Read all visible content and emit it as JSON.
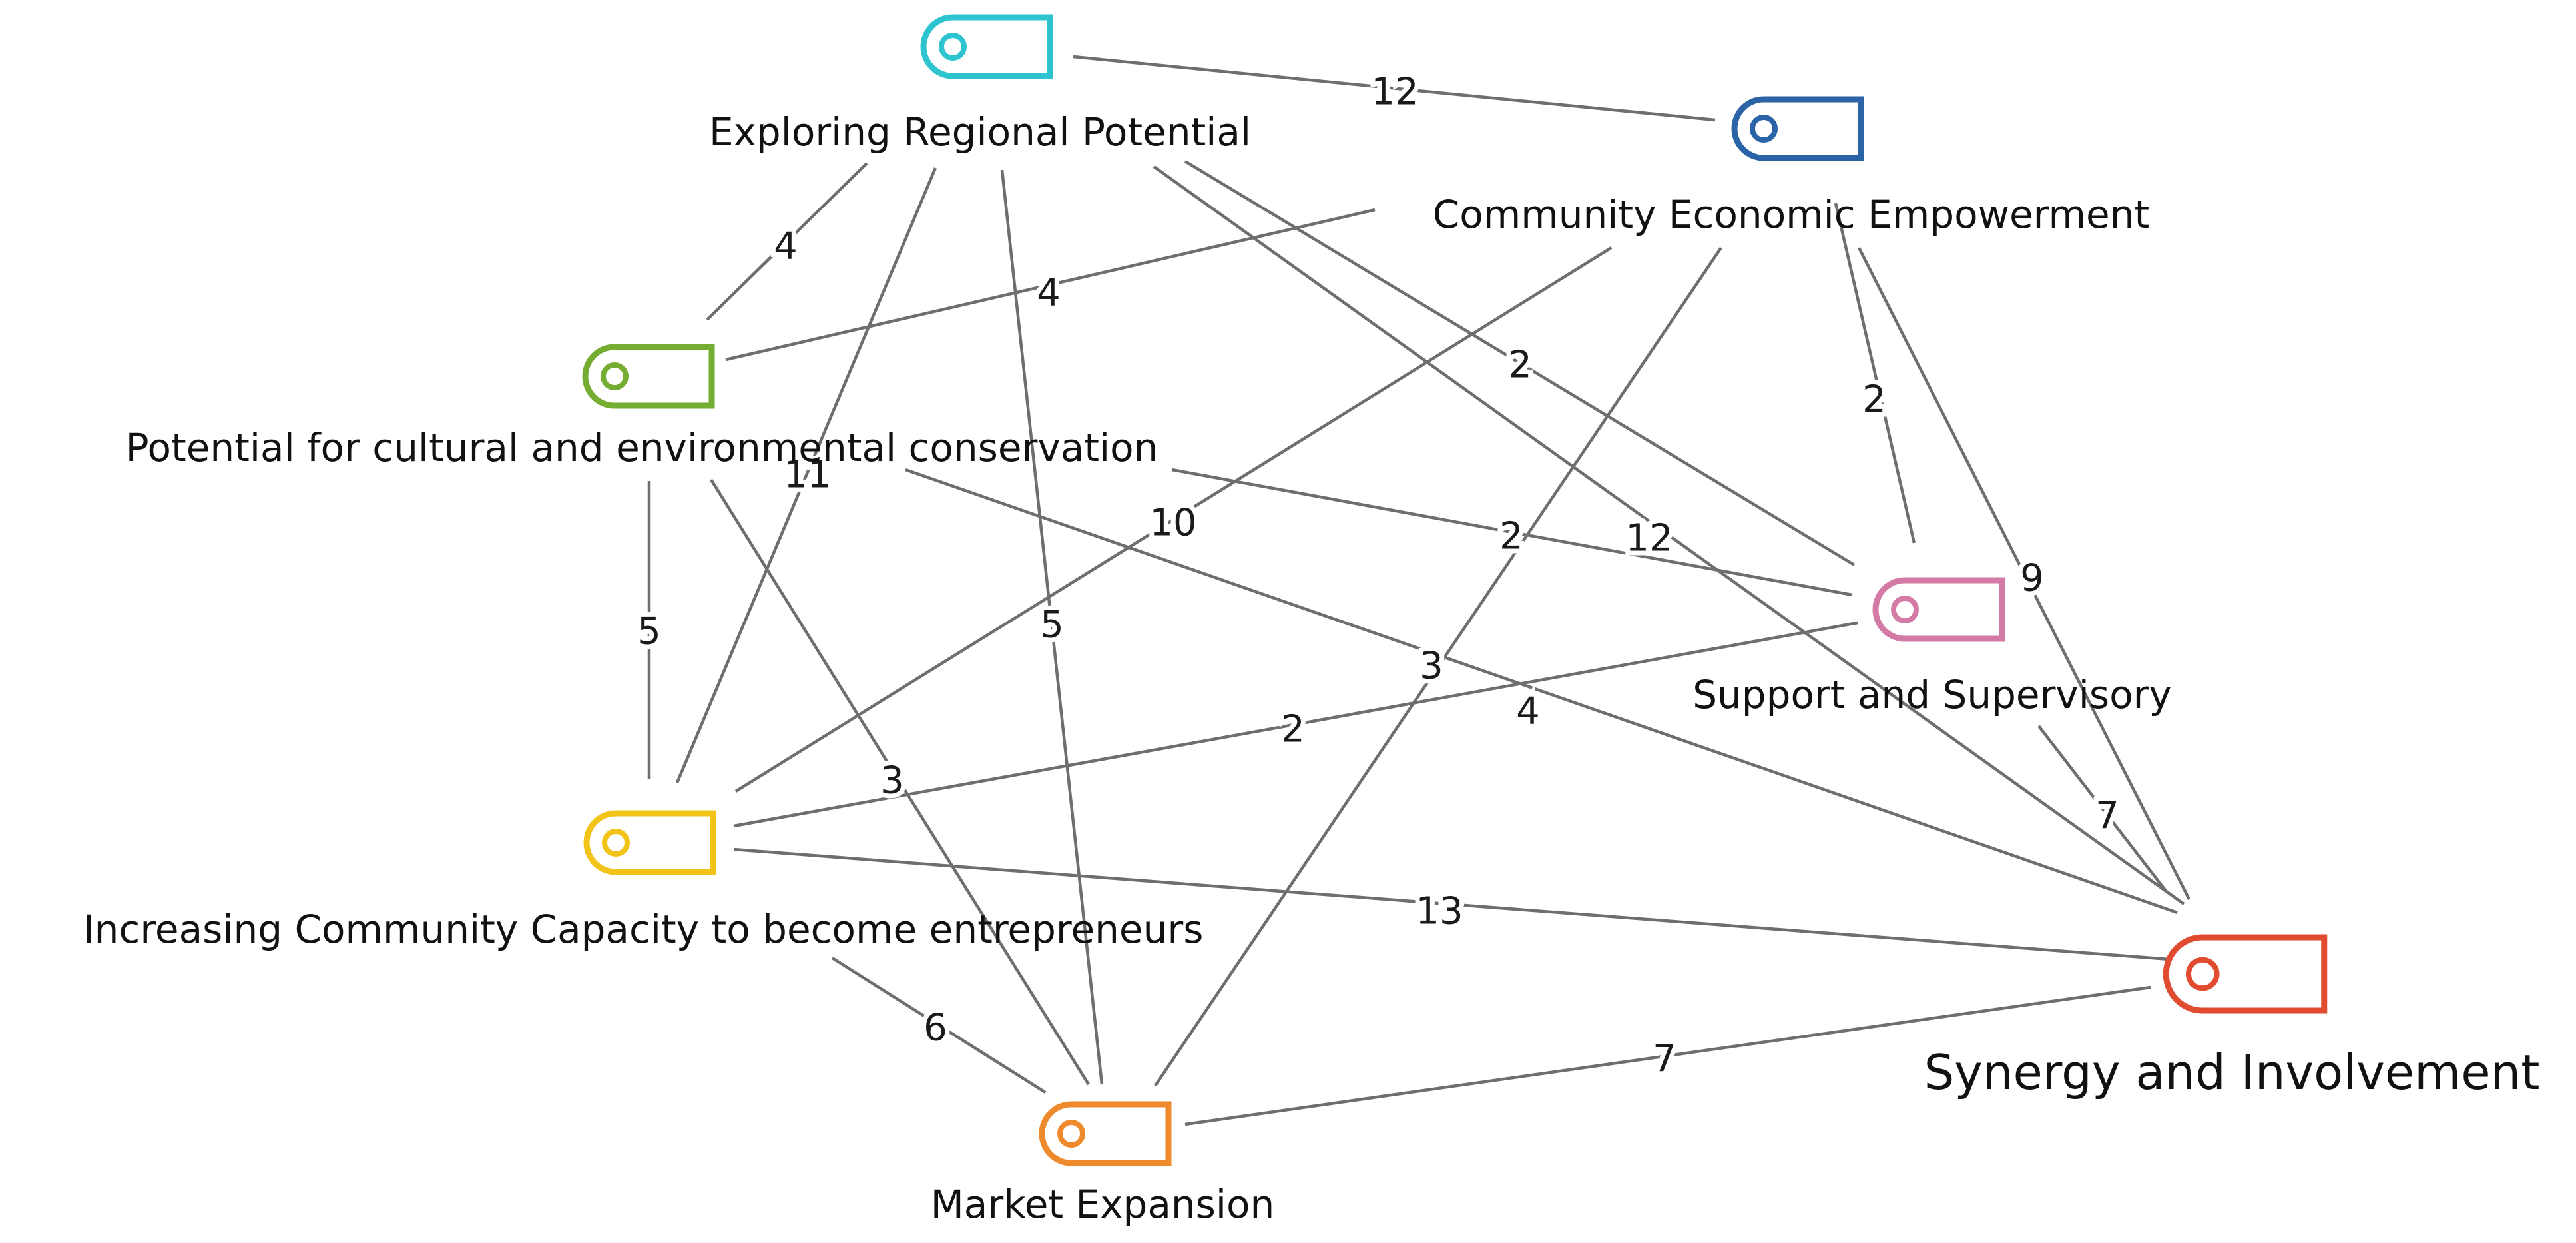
{
  "nodes": [
    {
      "id": "erp",
      "label": "Exploring Regional Potential",
      "color": "#2ec4cf"
    },
    {
      "id": "cee",
      "label": "Community Economic Empowerment",
      "color": "#2a63a6"
    },
    {
      "id": "pcec",
      "label": "Potential for cultural and environmental conservation",
      "color": "#74ad32"
    },
    {
      "id": "sas",
      "label": "Support and Supervisory",
      "color": "#d47aa6"
    },
    {
      "id": "icc",
      "label": "Increasing Community Capacity to become entrepreneurs",
      "color": "#f2c419"
    },
    {
      "id": "sai",
      "label": "Synergy and Involvement",
      "color": "#e14b2f"
    },
    {
      "id": "me",
      "label": "Market Expansion",
      "color": "#ee8a2c"
    }
  ],
  "edges": [
    {
      "from": "erp",
      "to": "cee",
      "weight": "12"
    },
    {
      "from": "erp",
      "to": "pcec",
      "weight": "4"
    },
    {
      "from": "erp",
      "to": "icc",
      "weight": "11"
    },
    {
      "from": "erp",
      "to": "me",
      "weight": "5"
    },
    {
      "from": "erp",
      "to": "sas",
      "weight": "2"
    },
    {
      "from": "erp",
      "to": "sai",
      "weight": "12"
    },
    {
      "from": "cee",
      "to": "pcec",
      "weight": "4"
    },
    {
      "from": "cee",
      "to": "icc",
      "weight": "10"
    },
    {
      "from": "cee",
      "to": "me",
      "weight": "3"
    },
    {
      "from": "cee",
      "to": "sas",
      "weight": "2"
    },
    {
      "from": "cee",
      "to": "sai",
      "weight": "9"
    },
    {
      "from": "pcec",
      "to": "icc",
      "weight": "5"
    },
    {
      "from": "pcec",
      "to": "me",
      "weight": "3"
    },
    {
      "from": "pcec",
      "to": "sas",
      "weight": "2"
    },
    {
      "from": "pcec",
      "to": "sai",
      "weight": "4"
    },
    {
      "from": "icc",
      "to": "sas",
      "weight": "2"
    },
    {
      "from": "icc",
      "to": "sai",
      "weight": "13"
    },
    {
      "from": "icc",
      "to": "me",
      "weight": "6"
    },
    {
      "from": "sas",
      "to": "sai",
      "weight": "7"
    },
    {
      "from": "me",
      "to": "sai",
      "weight": "7"
    }
  ]
}
